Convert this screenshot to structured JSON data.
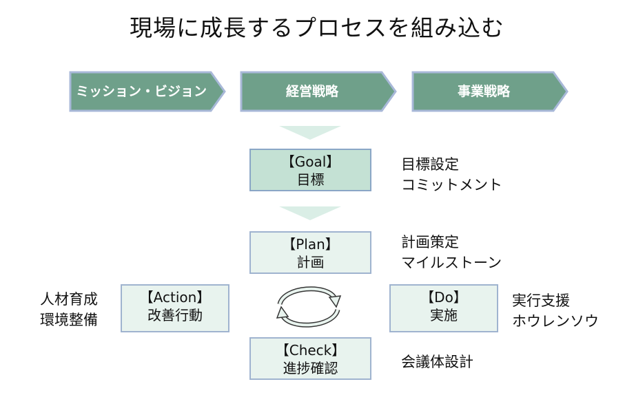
{
  "title": "現場に成長するプロセスを組み込む",
  "chevrons": [
    {
      "label": "ミッション・ビジョン"
    },
    {
      "label": "経営戦略"
    },
    {
      "label": "事業戦略"
    }
  ],
  "boxes": {
    "goal": {
      "tag": "【Goal】",
      "label": "目標"
    },
    "plan": {
      "tag": "【Plan】",
      "label": "計画"
    },
    "action": {
      "tag": "【Action】",
      "label": "改善行動"
    },
    "do": {
      "tag": "【Do】",
      "label": "実施"
    },
    "check": {
      "tag": "【Check】",
      "label": "進捗確認"
    }
  },
  "notes": {
    "goal": [
      "目標設定",
      "コミットメント"
    ],
    "plan": [
      "計画策定",
      "マイルストーン"
    ],
    "action": [
      "人材育成",
      "環境整備"
    ],
    "do": [
      "実行支援",
      "ホウレンソウ"
    ],
    "check": [
      "会議体設計"
    ]
  },
  "colors": {
    "chevron_fill": "#6fa08a",
    "chevron_border": "#a8b8d8",
    "goal_fill": "#c4e1d4",
    "box_fill": "#e8f3ee",
    "box_border": "#9fb3cf",
    "triangle_fill": "#daeee6"
  },
  "icons": {
    "cycle": "cycle-arrows-icon"
  }
}
